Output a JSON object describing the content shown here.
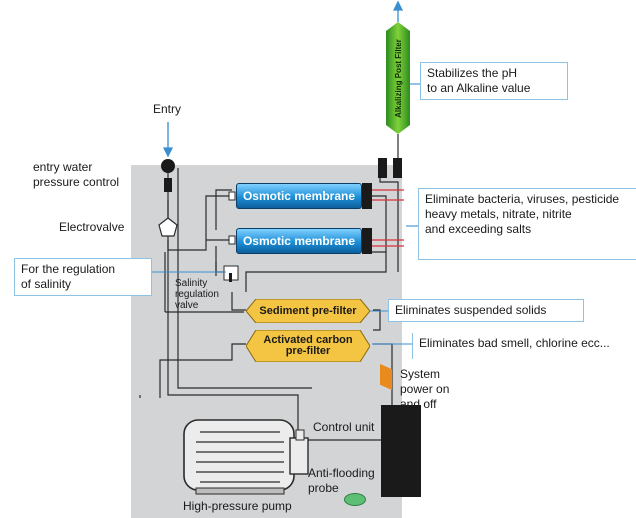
{
  "labels": {
    "entry": "Entry",
    "entry_water": [
      "entry water",
      "pressure control"
    ],
    "electrovalve": "Electrovalve",
    "salinity_valve": [
      "Salinity",
      "regulation",
      "valve"
    ],
    "control_unit": "Control unit",
    "anti_flooding": [
      "Anti-flooding",
      "probe"
    ],
    "high_pressure_pump": "High-pressure pump",
    "system_power": [
      "System",
      "power on",
      "and off"
    ]
  },
  "components": {
    "membrane_1": "Osmotic membrane",
    "membrane_2": "Osmotic membrane",
    "sediment_prefilter": "Sediment  pre-filter",
    "carbon_prefilter": [
      "Activated carbon",
      "pre-filter"
    ],
    "post_filter": "Alkalizing Post Filter"
  },
  "callouts": {
    "ph": [
      "Stabilizes the pH",
      "to an Alkaline value"
    ],
    "membranes": [
      "Eliminate bacteria, viruses, pesticide",
      "heavy metals, nitrate, nitrite",
      "and exceeding salts"
    ],
    "salinity": [
      "For the regulation",
      "of salinity"
    ],
    "sediment": "Eliminates suspended solids",
    "carbon": "Eliminates bad smell, chlorine ecc..."
  },
  "colors": {
    "panel": "#d3d4d6",
    "membrane": "#1d8fd6",
    "prefilter": "#f4c542",
    "post_filter": "#5dbf2f",
    "callout_border": "#8fc3e6",
    "arrow": "#3a8fd0",
    "pipe_red": "#d8323c"
  }
}
